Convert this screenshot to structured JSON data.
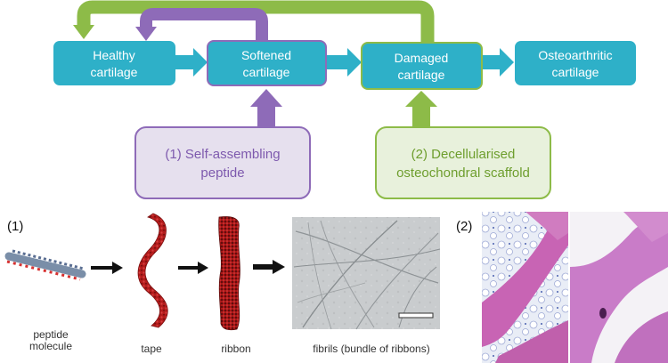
{
  "colors": {
    "stage_box": "#2EB0C8",
    "purple": "#8E6BB8",
    "purple_fill": "#E6E0EE",
    "purple_text": "#7E5AAE",
    "green": "#8DBB48",
    "green_fill": "#E8F1DC",
    "green_text": "#6E9E2E",
    "tape_red": "#B01818"
  },
  "stages": [
    {
      "line1": "Healthy",
      "line2": "cartilage"
    },
    {
      "line1": "Softened",
      "line2": "cartilage"
    },
    {
      "line1": "Damaged",
      "line2": "cartilage"
    },
    {
      "line1": "Osteoarthritic",
      "line2": "cartilage"
    }
  ],
  "treatments": [
    {
      "line1": "(1) Self-assembling",
      "line2": "peptide"
    },
    {
      "line1": "(2) Decellularised",
      "line2": "osteochondral scaffold"
    }
  ],
  "panel1": {
    "label": "(1)",
    "captions": {
      "molecule_l1": "peptide",
      "molecule_l2": "molecule",
      "tape": "tape",
      "ribbon": "ribbon",
      "fibrils": "fibrils (bundle of ribbons)"
    }
  },
  "panel2": {
    "label": "(2)"
  }
}
